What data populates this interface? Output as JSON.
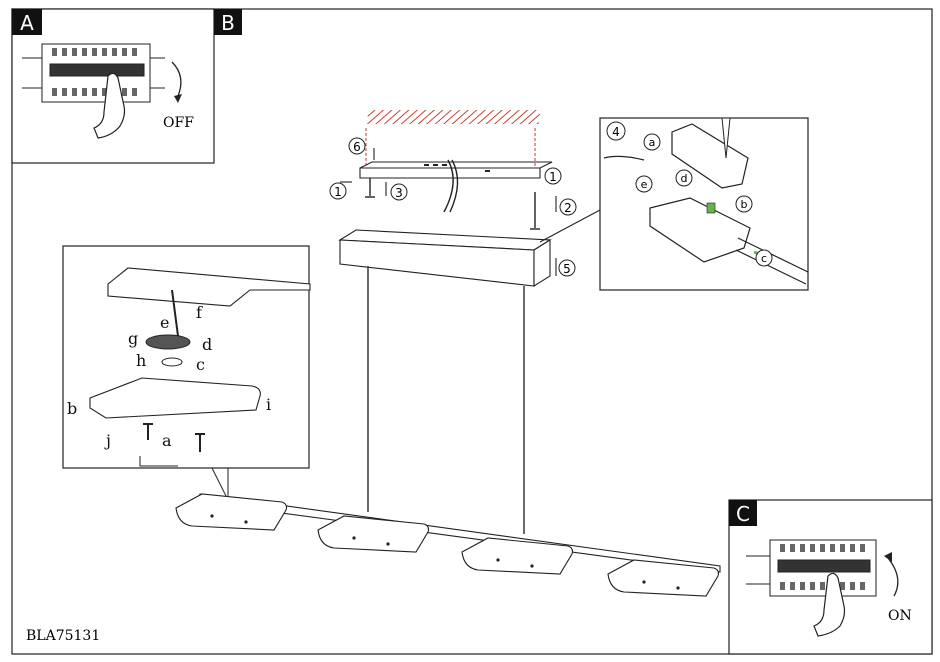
{
  "panels": {
    "a": {
      "tag": "A",
      "switch_label": "OFF"
    },
    "b": {
      "tag": "B"
    },
    "c": {
      "tag": "C",
      "switch_label": "ON"
    }
  },
  "steps": [
    "1",
    "2",
    "3",
    "4",
    "5",
    "6"
  ],
  "detail_wiring": {
    "letters": [
      "a",
      "b",
      "c",
      "d",
      "e"
    ]
  },
  "detail_fixing": {
    "letters": [
      "b",
      "c",
      "d",
      "e",
      "f",
      "g",
      "h",
      "i",
      "j",
      "a"
    ]
  },
  "product_code": "BLA75131"
}
